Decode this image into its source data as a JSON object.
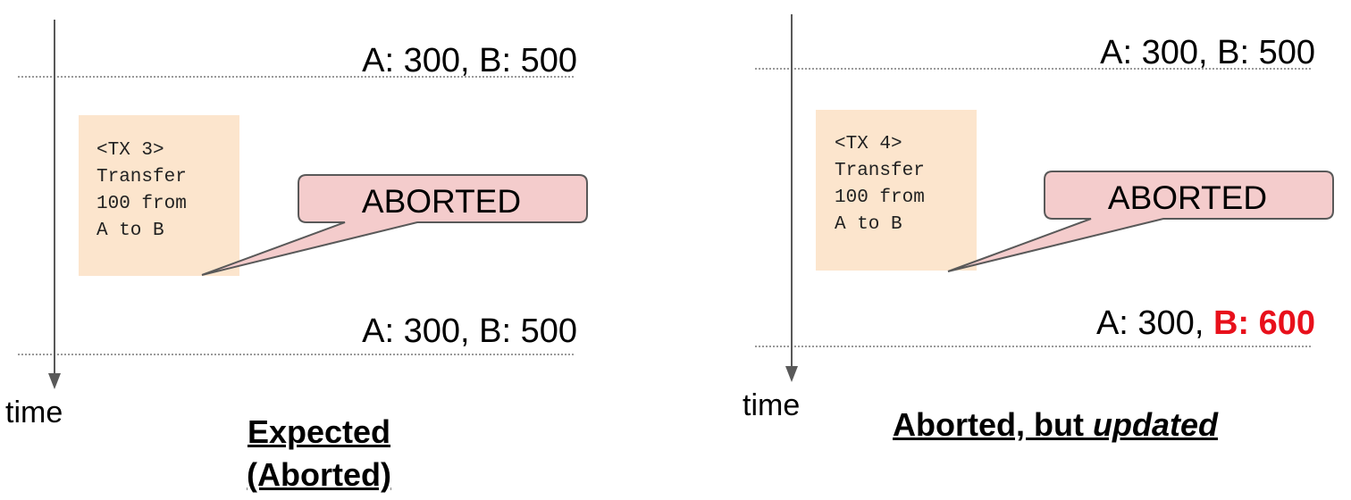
{
  "panels": {
    "left": {
      "top_state": "A: 300, B: 500",
      "bottom_state": "A: 300, B: 500",
      "tx_lines": [
        "<TX 3>",
        "Transfer",
        "100 from",
        "A to B"
      ],
      "callout": "ABORTED",
      "time_label": "time",
      "caption_line1": "Expected",
      "caption_line2": "(Aborted)"
    },
    "right": {
      "top_state": "A: 300, B: 500",
      "bottom_state_prefix": "A: 300, ",
      "bottom_state_highlight": "B: 600",
      "tx_lines": [
        "<TX 4>",
        "Transfer",
        "100 from",
        "A to B"
      ],
      "callout": "ABORTED",
      "time_label": "time",
      "caption_plain": "Aborted, but ",
      "caption_emph": "updated"
    }
  },
  "colors": {
    "tx_box": "#fce5cd",
    "callout_fill": "#f4cccc",
    "callout_stroke": "#595959",
    "highlight": "#e8101b",
    "axis": "#595959"
  }
}
